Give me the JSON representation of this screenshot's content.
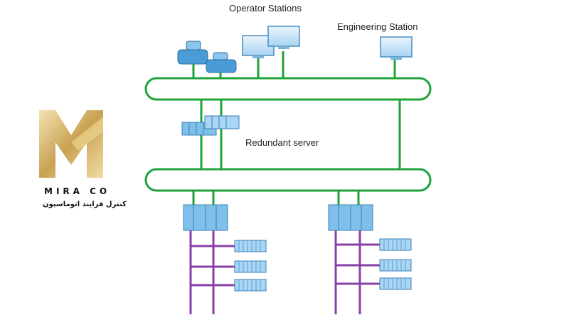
{
  "labels": {
    "operator_stations": "Operator Stations",
    "engineering_station": "Engineering Station",
    "redundant_server": "Redundant server"
  },
  "brand": {
    "name": "MIRA CO",
    "tagline": "کنترل فرایند اتوماسیون"
  },
  "colors": {
    "network_green": "#1fa33a",
    "io_bus_purple": "#8a3fa8",
    "device_blue": "#6fb4e6",
    "logo_gold": "#d8b66a"
  }
}
